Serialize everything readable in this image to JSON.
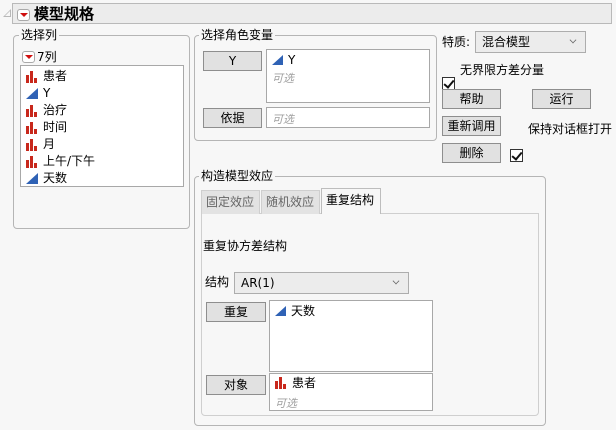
{
  "header": {
    "title": "模型规格"
  },
  "select_columns": {
    "legend": "选择列",
    "count_label": "7列",
    "columns": [
      {
        "name": "患者",
        "type": "nominal"
      },
      {
        "name": "Y",
        "type": "continuous"
      },
      {
        "name": "治疗",
        "type": "nominal"
      },
      {
        "name": "时间",
        "type": "nominal"
      },
      {
        "name": "月",
        "type": "nominal"
      },
      {
        "name": "上午/下午",
        "type": "nominal"
      },
      {
        "name": "天数",
        "type": "continuous"
      }
    ]
  },
  "roles": {
    "legend": "选择角色变量",
    "y_button": "Y",
    "y_value": "Y",
    "y_optional": "可选",
    "by_button": "依据",
    "by_optional": "可选"
  },
  "options": {
    "personality_label": "特质:",
    "personality_value": "混合模型",
    "unbounded_label": "无界限方差分量",
    "unbounded_checked": true,
    "help_button": "帮助",
    "run_button": "运行",
    "recall_button": "重新调用",
    "keep_open_label": "保持对话框打开",
    "keep_open_checked": true,
    "remove_button": "删除"
  },
  "effects": {
    "legend": "构造模型效应",
    "tabs": [
      {
        "label": "固定效应",
        "active": false
      },
      {
        "label": "随机效应",
        "active": false
      },
      {
        "label": "重复结构",
        "active": true
      }
    ],
    "panel_title": "重复协方差结构",
    "structure_label": "结构",
    "structure_value": "AR(1)",
    "repeated_button": "重复",
    "repeated_value": "天数",
    "subject_button": "对象",
    "subject_value": "患者",
    "subject_optional": "可选"
  }
}
